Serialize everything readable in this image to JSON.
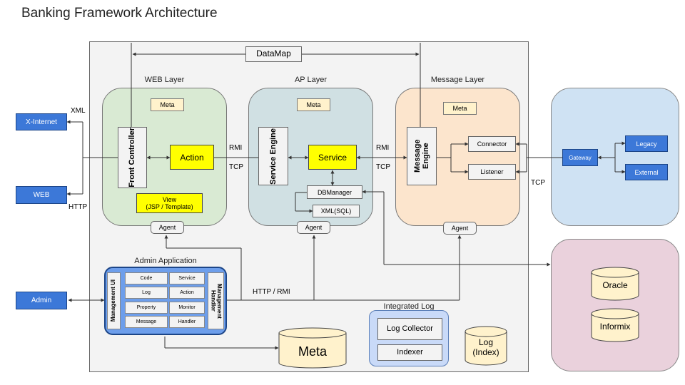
{
  "title": "Banking Framework Architecture",
  "datamap": "DataMap",
  "layers": {
    "web": {
      "title": "WEB Layer",
      "meta": "Meta",
      "front_controller": "Front Controller",
      "action": "Action",
      "view": "View\n(JSP / Template)",
      "agent": "Agent"
    },
    "ap": {
      "title": "AP Layer",
      "meta": "Meta",
      "service_engine": "Service Engine",
      "service": "Service",
      "dbmanager": "DBManager",
      "xml_sql": "XML(SQL)",
      "agent": "Agent"
    },
    "message": {
      "title": "Message Layer",
      "meta": "Meta",
      "message_engine": "Message Engine",
      "connector": "Connector",
      "listener": "Listener",
      "agent": "Agent"
    }
  },
  "clients": {
    "x_internet": "X-Internet",
    "web": "WEB",
    "admin": "Admin"
  },
  "protocols": {
    "xml": "XML",
    "http": "HTTP",
    "rmi1": "RMI",
    "tcp1": "TCP",
    "rmi2": "RMI",
    "tcp2": "TCP",
    "tcp3": "TCP",
    "http_rmi": "HTTP / RMI"
  },
  "external": {
    "gateway": "Gateway",
    "legacy": "Legacy",
    "external": "External"
  },
  "databases": {
    "oracle": "Oracle",
    "informix": "Informix"
  },
  "admin_app": {
    "title": "Admin Application",
    "management_ui": "Management UI",
    "management_handler": "Management Handler",
    "cells": [
      "Code",
      "Service",
      "Log",
      "Action",
      "Property",
      "Monitor",
      "Message",
      "Handler"
    ]
  },
  "meta_store": "Meta",
  "integrated_log": {
    "title": "Integrated Log",
    "collector": "Log Collector",
    "indexer": "Indexer"
  },
  "log_index": "Log\n(Index)",
  "colors": {
    "web_layer": "#d9ead3",
    "ap_layer": "#d0e0e3",
    "message_layer": "#fce5cd",
    "external": "#cfe2f3",
    "db": "#ead1dc",
    "blue": "#3c78d8",
    "highlight": "#ffff00",
    "meta": "#fff2cc"
  }
}
